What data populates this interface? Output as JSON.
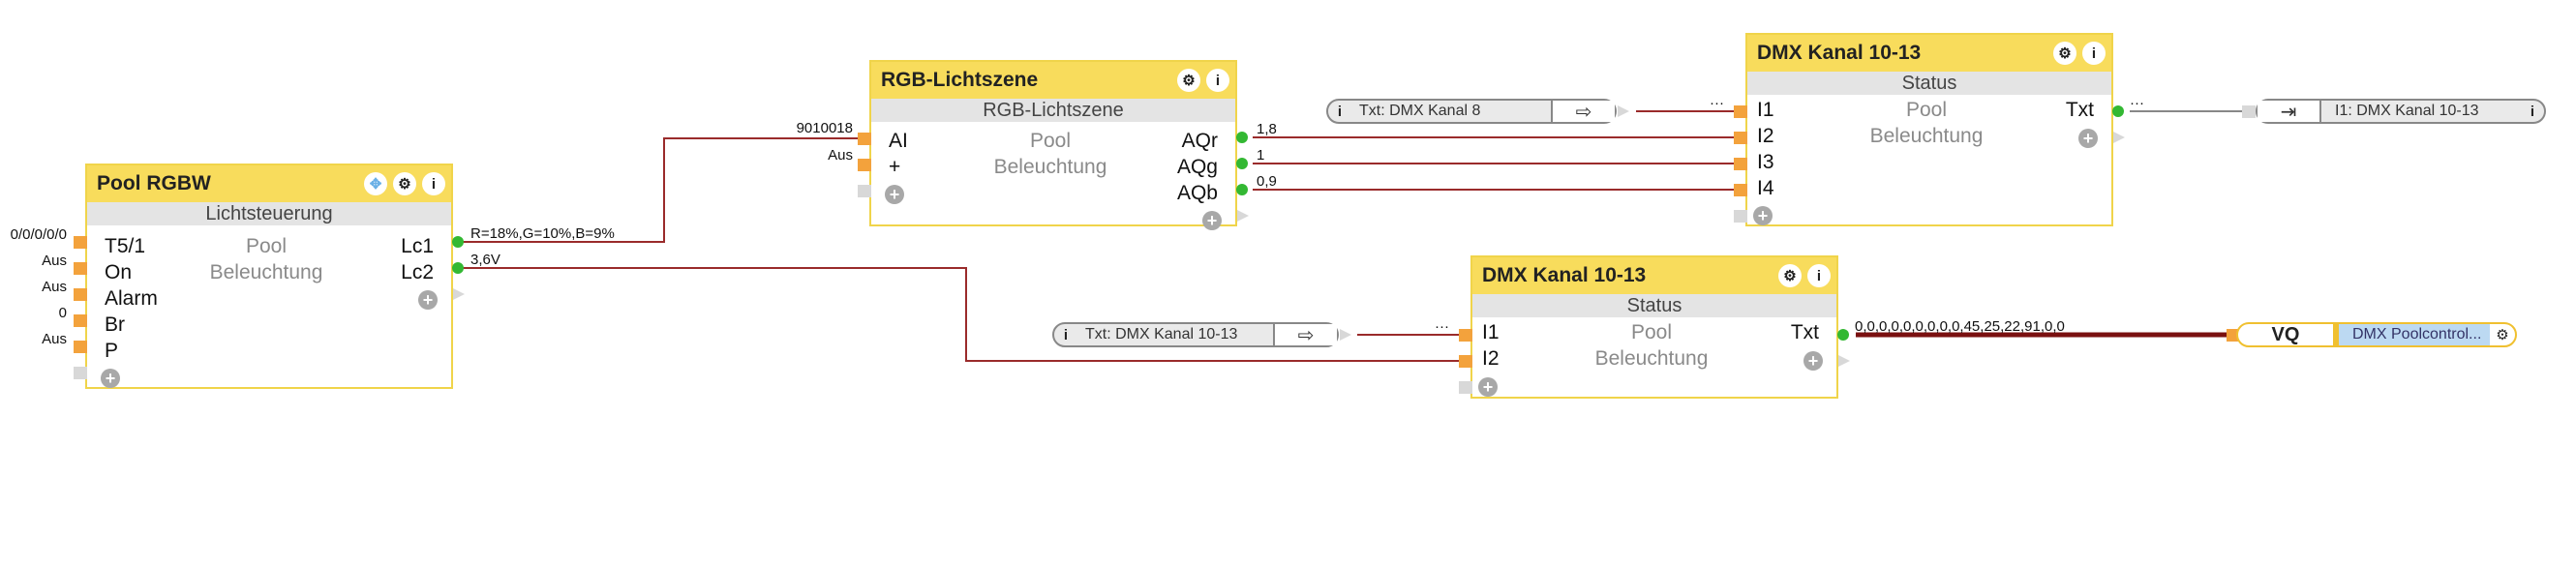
{
  "colors": {
    "header": "#f8dc5c",
    "wire": "#9a2b2b",
    "in_pin": "#f3a23c",
    "out_pin": "#33b833"
  },
  "icons": {
    "settings": "gear-icon",
    "info": "info-icon",
    "move": "move-icon",
    "export": "export-icon",
    "import": "import-icon",
    "add": "plus-icon"
  },
  "pool_block": {
    "title": "Pool RGBW",
    "subtitle": "Lichtsteuerung",
    "inputs": [
      {
        "name": "T5/1",
        "value": "0/0/0/0/0"
      },
      {
        "name": "On",
        "value": "Aus"
      },
      {
        "name": "Alarm",
        "value": "Aus"
      },
      {
        "name": "Br",
        "value": "0"
      },
      {
        "name": "P",
        "value": "Aus"
      }
    ],
    "outputs": [
      {
        "name": "Lc1",
        "value": "R=18%,G=10%,B=9%"
      },
      {
        "name": "Lc2",
        "value": "3,6V"
      }
    ],
    "middle": [
      "Pool",
      "Beleuchtung"
    ]
  },
  "rgb_block": {
    "title": "RGB-Lichtszene",
    "subtitle": "RGB-Lichtszene",
    "inputs": [
      {
        "name": "AI",
        "value": "9010018"
      },
      {
        "name": "+",
        "value": "Aus"
      }
    ],
    "outputs": [
      {
        "name": "AQr",
        "value": "1,8"
      },
      {
        "name": "AQg",
        "value": "1"
      },
      {
        "name": "AQb",
        "value": "0,9"
      }
    ],
    "middle": [
      "Pool",
      "Beleuchtung"
    ]
  },
  "dmx_top": {
    "title": "DMX Kanal 10-13",
    "subtitle": "Status",
    "inputs": [
      {
        "name": "I1",
        "value": "···"
      },
      {
        "name": "I2"
      },
      {
        "name": "I3"
      },
      {
        "name": "I4"
      }
    ],
    "outputs": [
      {
        "name": "Txt",
        "value": "···"
      }
    ],
    "middle": [
      "Pool",
      "Beleuchtung"
    ]
  },
  "dmx_bottom": {
    "title": "DMX Kanal 10-13",
    "subtitle": "Status",
    "inputs": [
      {
        "name": "I1",
        "value": "···"
      },
      {
        "name": "I2"
      }
    ],
    "outputs": [
      {
        "name": "Txt",
        "value": "0,0,0,0,0,0,0,0,0,45,25,22,91,0,0"
      }
    ],
    "middle": [
      "Pool",
      "Beleuchtung"
    ]
  },
  "refs": {
    "txt_dmx8": {
      "info": "i",
      "label": "Txt: DMX Kanal 8"
    },
    "txt_dmx1013": {
      "info": "i",
      "label": "Txt: DMX Kanal 10-13"
    },
    "i1_dmx1013": {
      "info": "i",
      "label": "I1: DMX Kanal 10-13"
    }
  },
  "vq": {
    "tag": "VQ",
    "value": "DMX Poolcontrol..."
  }
}
